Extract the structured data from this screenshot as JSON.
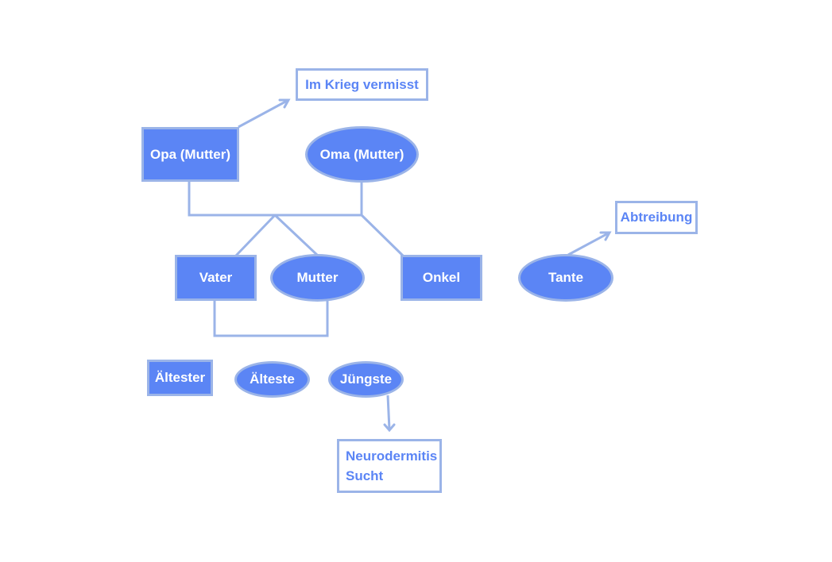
{
  "diagram": {
    "nodes": {
      "opa": "Opa (Mutter)",
      "oma": "Oma (Mutter)",
      "vater": "Vater",
      "mutter": "Mutter",
      "onkel": "Onkel",
      "tante": "Tante",
      "aeltester": "Ältester",
      "aelteste": "Älteste",
      "juengste": "Jüngste"
    },
    "notes": {
      "krieg": "Im Krieg vermisst",
      "abtreibung": "Abtreibung",
      "neurodermitis_line1": "Neurodermitis",
      "neurodermitis_line2": "Sucht"
    },
    "colors": {
      "fill": "#5b85f5",
      "border": "#9bb4e8",
      "note_text": "#5b85f5"
    }
  }
}
